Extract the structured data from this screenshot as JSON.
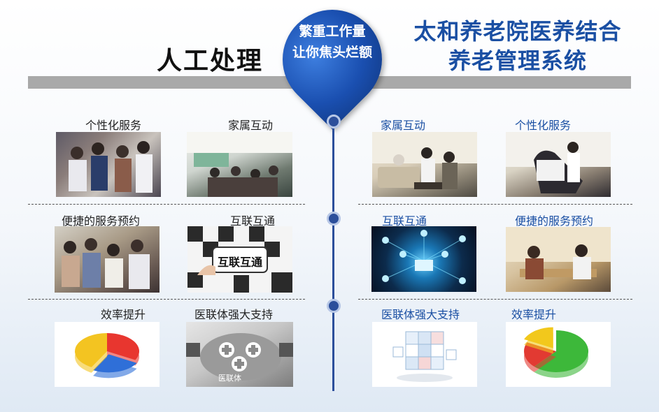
{
  "header": {
    "left_title": "人工处理",
    "right_title_line1": "太和养老院医养结合",
    "right_title_line2": "养老管理系统",
    "pin_line1": "繁重工作量",
    "pin_line2": "让你焦头烂额"
  },
  "left": {
    "row1": {
      "a": "个性化服务",
      "b": "家属互动"
    },
    "row2": {
      "a": "便捷的服务预约",
      "b": "互联互通"
    },
    "row3": {
      "a": "效率提升",
      "b": "医联体强大支持"
    }
  },
  "right": {
    "row1": {
      "a": "家属互动",
      "b": "个性化服务"
    },
    "row2": {
      "a": "互联互通",
      "b": "便捷的服务预约"
    },
    "row3": {
      "a": "医联体强大支持",
      "b": "效率提升"
    }
  },
  "image_text": {
    "puzzle_sign": "互联互通",
    "medlink_label": "医联体"
  },
  "colors": {
    "title_blue": "#1a4fa3",
    "pin_blue": "#1a4fb0",
    "line_blue": "#2c4f9b",
    "bar_gray": "#a9a9a9"
  },
  "pie_left": {
    "segments": [
      {
        "color": "#e8362f",
        "value": 0.33
      },
      {
        "color": "#2f6fd8",
        "value": 0.25
      },
      {
        "color": "#f3c421",
        "value": 0.42
      }
    ]
  },
  "pie_right": {
    "segments": [
      {
        "color": "#3db83a",
        "value": 0.62
      },
      {
        "color": "#e23a32",
        "value": 0.2
      },
      {
        "color": "#f2c81c",
        "value": 0.18
      }
    ]
  }
}
